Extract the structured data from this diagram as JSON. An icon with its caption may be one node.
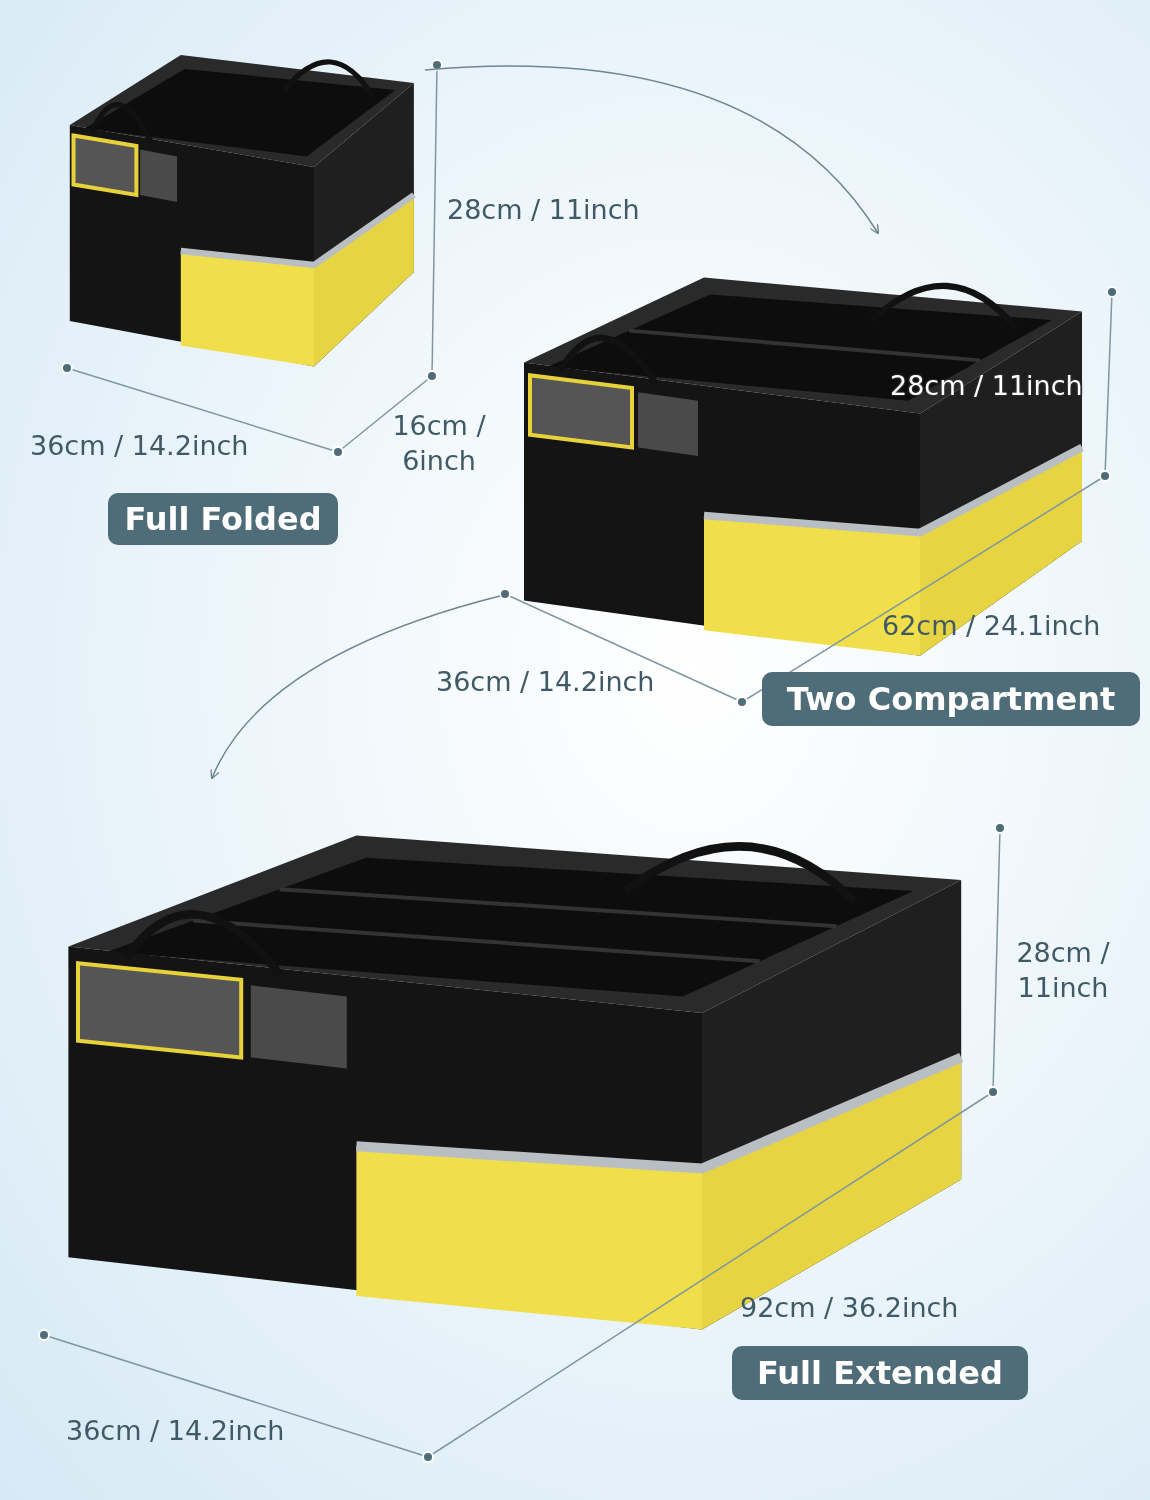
{
  "diagram": {
    "nodes": [
      {
        "text": [],
        "shape": "picture"
      },
      {
        "text": [
          "Full Folded"
        ]
      },
      {
        "text": [],
        "shape": "picture"
      },
      {
        "text": [
          "Two Compartment"
        ]
      },
      {
        "text": [],
        "shape": "picture"
      },
      {
        "text": [
          "Full Extended"
        ]
      }
    ],
    "edges": [
      {
        "from": 0,
        "to": 2,
        "arrow": "to"
      },
      {
        "from": 2,
        "to": 4,
        "arrow": "to"
      }
    ],
    "labels": [
      "28cm / 11inch",
      "36cm / 14.2inch",
      "16cm / 6inch",
      "28cm / 11inch",
      "62cm / 24.1inch",
      "36cm / 14.2inch",
      "28cm / 11inch",
      "92cm / 36.2inch",
      "36cm / 14.2inch"
    ]
  }
}
